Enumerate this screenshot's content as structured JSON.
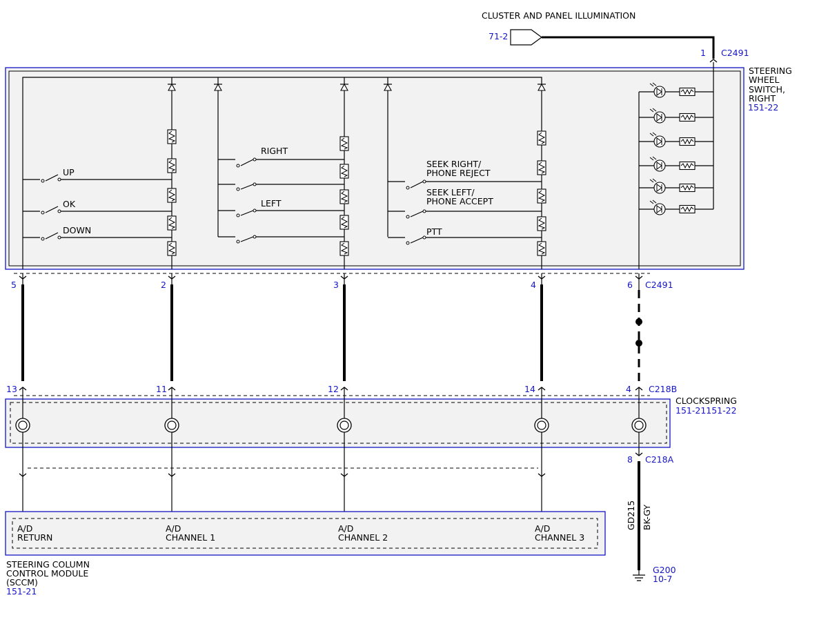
{
  "title": "CLUSTER AND PANEL ILLUMINATION",
  "colors": {
    "component_border": "#1515c8",
    "component_fill": "#f2f2f2",
    "wire": "#000000",
    "reference_text": "#1515c8"
  },
  "illumination": {
    "ref": "71-2",
    "pin": "1",
    "connector": "C2491"
  },
  "switch": {
    "name_lines": [
      "STEERING",
      "WHEEL",
      "SWITCH,",
      "RIGHT"
    ],
    "ref": "151-22",
    "switches_left": [
      "UP",
      "OK",
      "DOWN"
    ],
    "switches_mid": [
      "RIGHT",
      "LEFT"
    ],
    "switches_right": [
      "SEEK RIGHT/",
      "PHONE REJECT",
      "SEEK LEFT/",
      "PHONE ACCEPT",
      "PTT"
    ],
    "connector": "C2491",
    "pins": [
      "5",
      "2",
      "3",
      "4",
      "6"
    ]
  },
  "clockspring": {
    "name": "CLOCKSPRING",
    "ref": "151-21151-22",
    "top_connector": "C218B",
    "top_pins": [
      "13",
      "11",
      "12",
      "14",
      "4"
    ],
    "bottom_connector": "C218A",
    "bottom_pin": "8"
  },
  "ground_wire": {
    "circuit": "GD215",
    "color": "BK-GY"
  },
  "ground": {
    "name": "G200",
    "ref": "10-7"
  },
  "sccm": {
    "name_lines": [
      "STEERING COLUMN",
      "CONTROL MODULE",
      "(SCCM)"
    ],
    "ref": "151-21",
    "inputs": [
      {
        "line1": "A/D",
        "line2": "RETURN"
      },
      {
        "line1": "A/D",
        "line2": "CHANNEL 1"
      },
      {
        "line1": "A/D",
        "line2": "CHANNEL 2"
      },
      {
        "line1": "A/D",
        "line2": "CHANNEL 3"
      }
    ]
  }
}
